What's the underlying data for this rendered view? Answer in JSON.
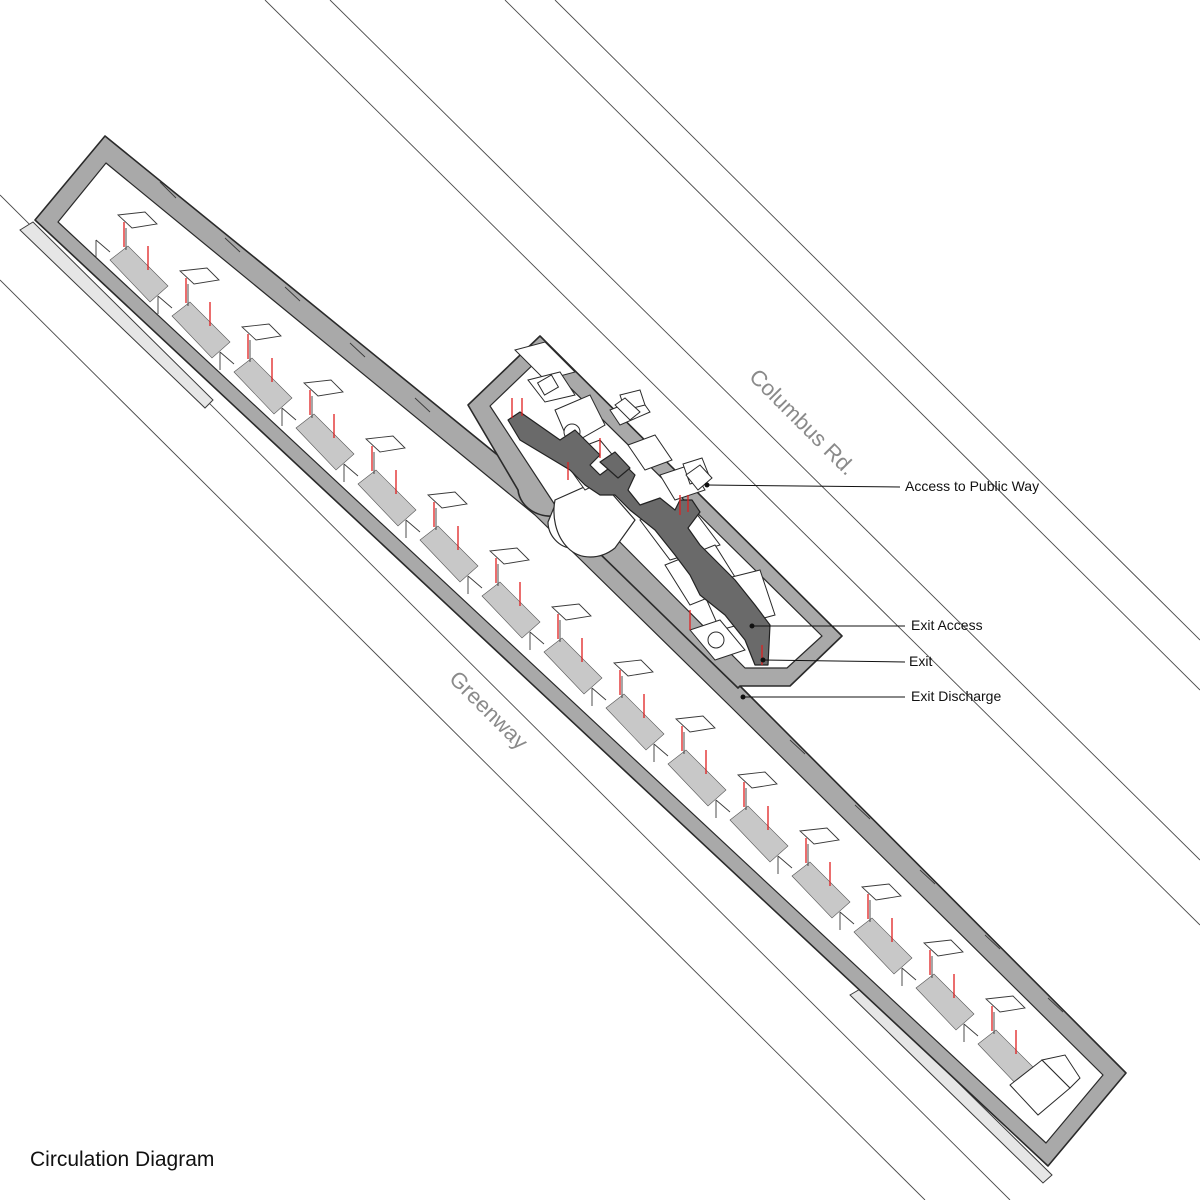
{
  "title": "Circulation Diagram",
  "streets": {
    "east": "Columbus Rd.",
    "west": "Greenway"
  },
  "callouts": [
    {
      "label": "Access to Public Way"
    },
    {
      "label": "Exit Access"
    },
    {
      "label": "Exit"
    },
    {
      "label": "Exit Discharge"
    }
  ],
  "colors": {
    "wall": "#a9a9a9",
    "circulation_path": "#6a6a6a",
    "door_swing": "#e02020",
    "street_label": "#8a8a8a"
  }
}
